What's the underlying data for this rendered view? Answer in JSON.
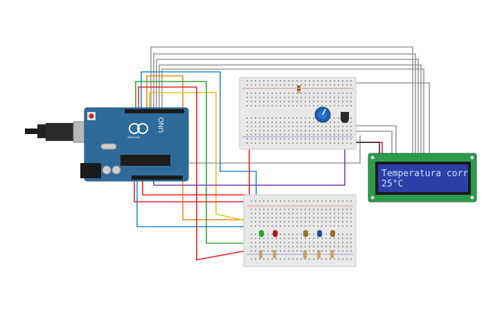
{
  "arduino": {
    "logo_text": "UNO",
    "brand_text": "ARDUINO"
  },
  "lcd": {
    "line1": "Temperatura corr",
    "line2": "25°C"
  },
  "leds": [
    {
      "name": "green",
      "color": "#2aa52a"
    },
    {
      "name": "red",
      "color": "#b01818"
    },
    {
      "name": "yellow",
      "color": "#8a7a20"
    },
    {
      "name": "blue",
      "color": "#1a4fa0"
    },
    {
      "name": "orange",
      "color": "#a06a20"
    }
  ],
  "colors": {
    "board": "#2f6b9a",
    "breadboard": "#e8e8e8",
    "lcd_pcb": "#2e9a4e",
    "lcd_screen": "#2a3fa8",
    "potentiometer": "#1f5fb0"
  }
}
